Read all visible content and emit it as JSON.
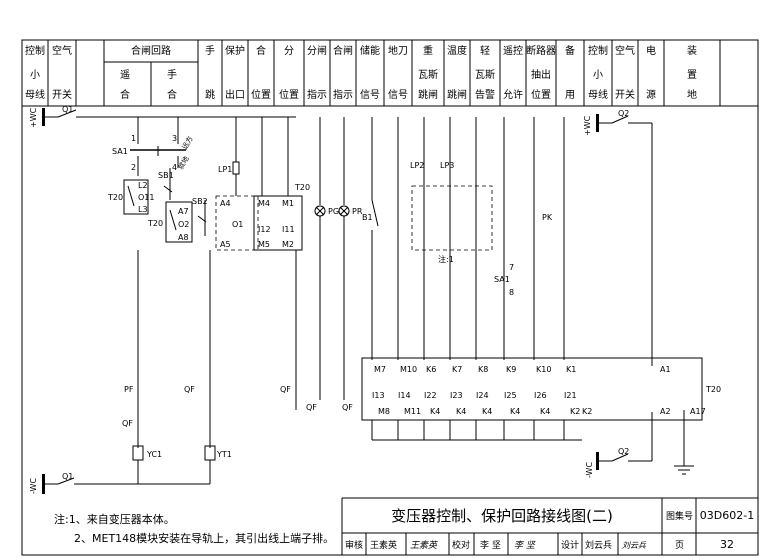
{
  "header": {
    "cols": [
      [
        "控制",
        "小",
        "母线"
      ],
      [
        "空气",
        "",
        "开关"
      ],
      [
        "",
        "",
        ""
      ],
      [
        "",
        "",
        ""
      ],
      [
        "手",
        "",
        "跳"
      ],
      [
        "保护",
        "",
        "出口"
      ],
      [
        "合",
        "",
        "位置"
      ],
      [
        "分",
        "",
        "位置"
      ],
      [
        "分闸",
        "",
        "指示"
      ],
      [
        "合闸",
        "",
        "指示"
      ],
      [
        "储能",
        "",
        "信号"
      ],
      [
        "地刀",
        "",
        "信号"
      ],
      [
        "重",
        "瓦斯",
        "跳闸"
      ],
      [
        "温度",
        "",
        "跳闸"
      ],
      [
        "轻",
        "瓦斯",
        "告警"
      ],
      [
        "遥控",
        "",
        "允许"
      ],
      [
        "断路器",
        "抽出",
        "位置"
      ],
      [
        "备",
        "",
        "用"
      ],
      [
        "控制",
        "小",
        "母线"
      ],
      [
        "空气",
        "",
        "开关"
      ],
      [
        "电",
        "",
        "源"
      ],
      [
        "装",
        "置",
        "地"
      ]
    ],
    "group_title": "合闸回路",
    "group_sub1": [
      "遥",
      "合"
    ],
    "group_sub2": [
      "手",
      "合"
    ]
  },
  "labels": {
    "plus_wc_left": "+WC",
    "q1_top": "Q1",
    "plus_wc_right": "+WC",
    "q2_top": "Q2",
    "minus_wc_left": "-WC",
    "q1_bot": "Q1",
    "minus_wc_right": "-WC",
    "q2_bot": "Q2",
    "sa1": "SA1",
    "sa1_n1": "1",
    "sa1_n2": "2",
    "sa1_n3": "3",
    "sa1_n4": "4",
    "sa1_remote": "远方",
    "sa1_local": "就地",
    "t20_a": "T20",
    "l2": "L2",
    "o11": "O11",
    "l3": "L3",
    "sb1": "SB1",
    "t20_b": "T20",
    "a7": "A7",
    "o2": "O2",
    "a8": "A8",
    "sb2": "SB2",
    "lp1": "LP1",
    "a4": "A4",
    "o1": "O1",
    "a5": "A5",
    "m4": "M4",
    "i12": "I12",
    "m5": "M5",
    "m1": "M1",
    "i11": "I11",
    "m2": "M2",
    "t20_c": "T20",
    "pg": "PG",
    "pr": "PR",
    "b1": "B1",
    "lp2": "LP2",
    "lp3": "LP3",
    "note1_tag": "注:1",
    "pk": "PK",
    "sa1_b": "SA1",
    "sa1_b7": "7",
    "sa1_b8": "8",
    "pf": "PF",
    "qf1": "QF",
    "qf2": "QF",
    "qf3": "QF",
    "qf4": "QF",
    "qf5": "QF",
    "yc1": "YC1",
    "yt1": "YT1",
    "t20_d": "T20",
    "a1": "A1",
    "a2": "A2",
    "a17": "A17",
    "k2": "K2",
    "inputs_top": [
      "M7",
      "M10",
      "K6",
      "K7",
      "K8",
      "K9",
      "K10",
      "K1"
    ],
    "inputs_i": [
      "I13",
      "I14",
      "I22",
      "I23",
      "I24",
      "I25",
      "I26",
      "I21"
    ],
    "inputs_bot": [
      "M8",
      "M11",
      "K4",
      "K4",
      "K4",
      "K4",
      "K4",
      "K2"
    ]
  },
  "notes": {
    "line1": "注:1、来自变压器本体。",
    "line2": "2、MET148模块安装在导轨上，其引出线上端子排。"
  },
  "title_block": {
    "title": "变压器控制、保护回路接线图(二)",
    "atlas_label": "图集号",
    "atlas_no": "03D602-1",
    "review_label": "审核",
    "review_name": "王素英",
    "review_sign": "王素英",
    "check_label": "校对",
    "check_name": "李 坚",
    "check_sign": "李 坚",
    "design_label": "设计",
    "design_name": "刘云兵",
    "design_sign": "刘云兵",
    "page_label": "页",
    "page_no": "32"
  }
}
